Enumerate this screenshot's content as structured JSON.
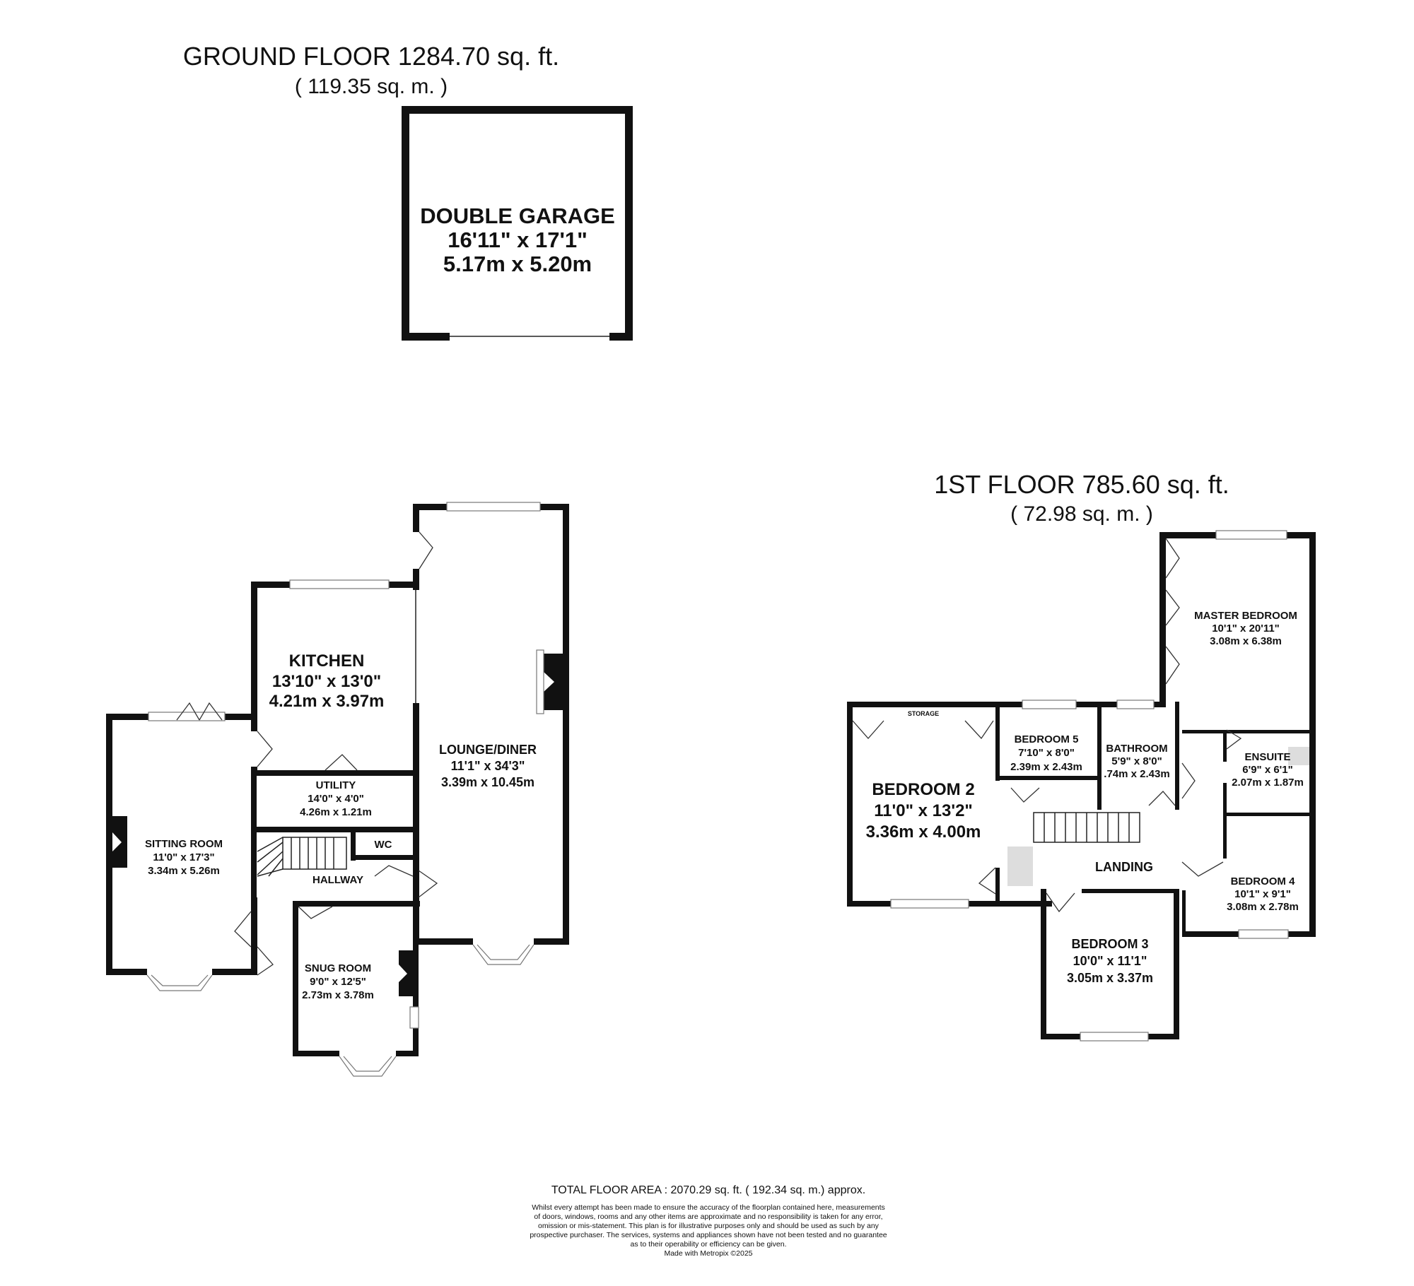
{
  "ground_floor": {
    "title": "GROUND FLOOR 1284.70 sq. ft.",
    "subtitle": "( 119.35 sq. m. )",
    "rooms": {
      "garage": {
        "name": "DOUBLE GARAGE",
        "imperial": "16'11\" x 17'1\"",
        "metric": "5.17m x 5.20m"
      },
      "kitchen": {
        "name": "KITCHEN",
        "imperial": "13'10\" x 13'0\"",
        "metric": "4.21m x 3.97m"
      },
      "lounge": {
        "name": "LOUNGE/DINER",
        "imperial": "11'1\" x 34'3\"",
        "metric": "3.39m x 10.45m"
      },
      "utility": {
        "name": "UTILITY",
        "imperial": "14'0\" x 4'0\"",
        "metric": "4.26m x 1.21m"
      },
      "sitting": {
        "name": "SITTING ROOM",
        "imperial": "11'0\" x 17'3\"",
        "metric": "3.34m x 5.26m"
      },
      "wc": {
        "name": "WC"
      },
      "hallway": {
        "name": "HALLWAY"
      },
      "snug": {
        "name": "SNUG ROOM",
        "imperial": "9'0\" x 12'5\"",
        "metric": "2.73m x 3.78m"
      }
    }
  },
  "first_floor": {
    "title": "1ST FLOOR 785.60 sq. ft.",
    "subtitle": "( 72.98 sq. m. )",
    "rooms": {
      "master": {
        "name": "MASTER BEDROOM",
        "imperial": "10'1\" x 20'11\"",
        "metric": "3.08m x 6.38m"
      },
      "bedroom2": {
        "name": "BEDROOM 2",
        "imperial": "11'0\" x 13'2\"",
        "metric": "3.36m x 4.00m"
      },
      "storage": {
        "name": "STORAGE"
      },
      "bedroom5": {
        "name": "BEDROOM 5",
        "imperial": "7'10\" x 8'0\"",
        "metric": "2.39m x 2.43m"
      },
      "bathroom": {
        "name": "BATHROOM",
        "imperial": "5'9\" x 8'0\"",
        "metric": ".74m x 2.43m"
      },
      "ensuite": {
        "name": "ENSUITE",
        "imperial": "6'9\" x 6'1\"",
        "metric": "2.07m x 1.87m"
      },
      "landing": {
        "name": "LANDING"
      },
      "bedroom4": {
        "name": "BEDROOM 4",
        "imperial": "10'1\" x 9'1\"",
        "metric": "3.08m x 2.78m"
      },
      "bedroom3": {
        "name": "BEDROOM 3",
        "imperial": "10'0\" x 11'1\"",
        "metric": "3.05m x 3.37m"
      }
    }
  },
  "footer": {
    "total": "TOTAL FLOOR AREA : 2070.29 sq. ft. ( 192.34 sq. m.) approx.",
    "disclaimer": [
      "Whilst every attempt has been made to ensure the accuracy of the floorplan contained here, measurements",
      "of doors, windows, rooms and any other items are approximate and no responsibility is taken for any error,",
      "omission or mis-statement. This plan is for illustrative purposes only and should be used as such by any",
      "prospective purchaser. The services, systems and appliances shown have not been tested and no guarantee",
      "as to their operability or efficiency can be given."
    ],
    "credit": "Made with Metropix ©2025"
  }
}
